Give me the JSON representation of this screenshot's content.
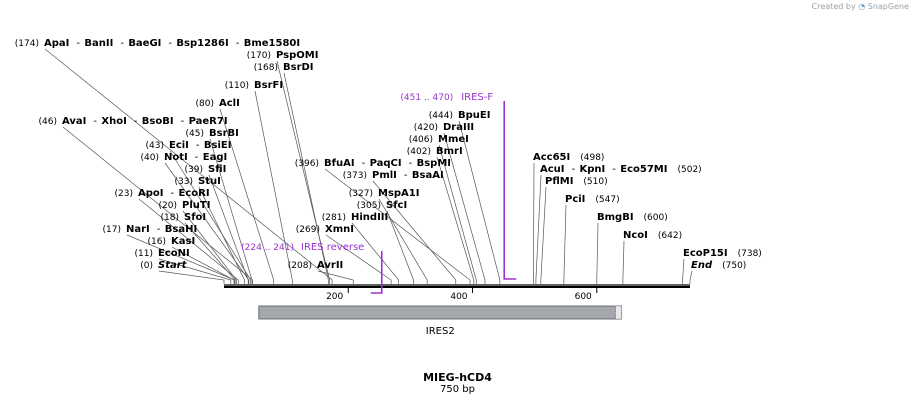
{
  "credit": {
    "prefix": "Created by",
    "brand": "SnapGene"
  },
  "title": "MIEG-hCD4",
  "length_label": "750 bp",
  "sequence_length": 750,
  "ruler_ticks": [
    {
      "pos": 200,
      "label": "200"
    },
    {
      "pos": 400,
      "label": "400"
    },
    {
      "pos": 600,
      "label": "600"
    }
  ],
  "colors": {
    "site": "#000000",
    "primer": "#9b30d0",
    "feature_fill": "#a4a8ad",
    "line": "#444444"
  },
  "feature": {
    "name": "IRES2",
    "start": 56,
    "end": 640
  },
  "primers": [
    {
      "name": "IRES-F",
      "range": "(451 .. 470)",
      "start": 451,
      "end": 470,
      "direction": "forward"
    },
    {
      "name": "IRES reverse",
      "range": "(224 .. 241)",
      "start": 224,
      "end": 241,
      "direction": "reverse"
    }
  ],
  "site_rows": [
    {
      "pos": 0,
      "count": "(0)",
      "names": [
        "Start"
      ],
      "italic": true
    },
    {
      "pos": 11,
      "count": "(11)",
      "names": [
        "EcoNI"
      ]
    },
    {
      "pos": 16,
      "count": "(16)",
      "names": [
        "KasI"
      ]
    },
    {
      "pos": 17,
      "count": "(17)",
      "names": [
        "NarI",
        "BsaHI"
      ]
    },
    {
      "pos": 18,
      "count": "(18)",
      "names": [
        "SfoI"
      ]
    },
    {
      "pos": 20,
      "count": "(20)",
      "names": [
        "PluTI"
      ]
    },
    {
      "pos": 23,
      "count": "(23)",
      "names": [
        "ApoI",
        "EcoRI"
      ]
    },
    {
      "pos": 33,
      "count": "(33)",
      "names": [
        "StuI"
      ]
    },
    {
      "pos": 39,
      "count": "(39)",
      "names": [
        "SfiI"
      ]
    },
    {
      "pos": 40,
      "count": "(40)",
      "names": [
        "NotI",
        "EagI"
      ]
    },
    {
      "pos": 43,
      "count": "(43)",
      "names": [
        "EciI",
        "BsiEI"
      ]
    },
    {
      "pos": 45,
      "count": "(45)",
      "names": [
        "BsrBI"
      ]
    },
    {
      "pos": 46,
      "count": "(46)",
      "names": [
        "AvaI",
        "XhoI",
        "BsoBI",
        "PaeR7I"
      ]
    },
    {
      "pos": 80,
      "count": "(80)",
      "names": [
        "AclI"
      ]
    },
    {
      "pos": 110,
      "count": "(110)",
      "names": [
        "BsrFI"
      ]
    },
    {
      "pos": 168,
      "count": "(168)",
      "names": [
        "BsrDI"
      ]
    },
    {
      "pos": 170,
      "count": "(170)",
      "names": [
        "PspOMI"
      ]
    },
    {
      "pos": 174,
      "count": "(174)",
      "names": [
        "ApaI",
        "BanII",
        "BaeGI",
        "Bsp1286I",
        "Bme1580I"
      ]
    },
    {
      "pos": 208,
      "count": "(208)",
      "names": [
        "AvrII"
      ]
    },
    {
      "pos": 269,
      "count": "(269)",
      "names": [
        "XmnI"
      ]
    },
    {
      "pos": 281,
      "count": "(281)",
      "names": [
        "HindIII"
      ]
    },
    {
      "pos": 305,
      "count": "(305)",
      "names": [
        "SfcI"
      ]
    },
    {
      "pos": 327,
      "count": "(327)",
      "names": [
        "MspA1I"
      ]
    },
    {
      "pos": 373,
      "count": "(373)",
      "names": [
        "PmlI",
        "BsaAI"
      ]
    },
    {
      "pos": 396,
      "count": "(396)",
      "names": [
        "BfuAI",
        "PaqCI",
        "BspMI"
      ]
    },
    {
      "pos": 402,
      "count": "(402)",
      "names": [
        "BmrI"
      ]
    },
    {
      "pos": 406,
      "count": "(406)",
      "names": [
        "MmeI"
      ]
    },
    {
      "pos": 420,
      "count": "(420)",
      "names": [
        "DraIII"
      ]
    },
    {
      "pos": 444,
      "count": "(444)",
      "names": [
        "BpuEI"
      ]
    },
    {
      "pos": 498,
      "count": "(498)",
      "names": [
        "Acc65I"
      ]
    },
    {
      "pos": 502,
      "count": "(502)",
      "names": [
        "AcuI",
        "KpnI",
        "Eco57MI"
      ]
    },
    {
      "pos": 510,
      "count": "(510)",
      "names": [
        "PflMI"
      ]
    },
    {
      "pos": 547,
      "count": "(547)",
      "names": [
        "PciI"
      ]
    },
    {
      "pos": 600,
      "count": "(600)",
      "names": [
        "BmgBI"
      ]
    },
    {
      "pos": 642,
      "count": "(642)",
      "names": [
        "NcoI"
      ]
    },
    {
      "pos": 738,
      "count": "(738)",
      "names": [
        "EcoP15I"
      ]
    },
    {
      "pos": 750,
      "count": "(750)",
      "names": [
        "End"
      ],
      "italic": true
    }
  ]
}
